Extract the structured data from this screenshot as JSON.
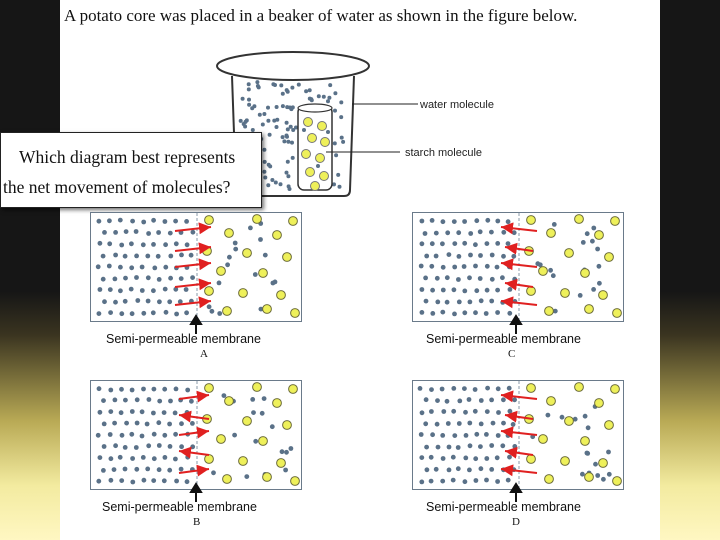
{
  "question": "A potato core was placed in a beaker of water as shown in the figure below.",
  "prompt": {
    "line1": "Which diagram best represents",
    "line2": "the net movement of molecules?"
  },
  "beaker_labels": {
    "water": "water molecule",
    "starch": "starch molecule"
  },
  "options": [
    {
      "letter": "A",
      "membrane_label": "Semi-permeable membrane",
      "arrow_direction": "right"
    },
    {
      "letter": "C",
      "membrane_label": "Semi-permeable membrane",
      "arrow_direction": "left"
    },
    {
      "letter": "B",
      "membrane_label": "Semi-permeable membrane",
      "arrow_direction": "both"
    },
    {
      "letter": "D",
      "membrane_label": "Semi-permeable membrane",
      "arrow_direction": "left"
    }
  ],
  "colors": {
    "water_molecule": "#5a7188",
    "starch_molecule": "#eef05a",
    "arrow": "#e02020",
    "background_top": "#161616",
    "background_bottom": "#fff7c2"
  }
}
